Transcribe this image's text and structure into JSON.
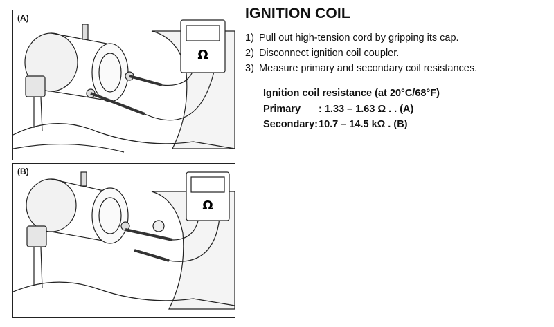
{
  "title": "IGNITION COIL",
  "steps": [
    {
      "num": "1)",
      "text": "Pull out high-tension cord by gripping its cap."
    },
    {
      "num": "2)",
      "text": "Disconnect ignition coil coupler."
    },
    {
      "num": "3)",
      "text": "Measure primary and secondary coil resistances."
    }
  ],
  "spec": {
    "heading": "Ignition coil resistance (at 20°C/68°F)",
    "primary_label": "Primary",
    "primary_value": ": 1.33 – 1.63 Ω  . . (A)",
    "secondary_label": "Secondary:",
    "secondary_value": "10.7 – 14.5 kΩ  .  (B)"
  },
  "figures": [
    {
      "label": "(A)",
      "meter_symbol": "Ω"
    },
    {
      "label": "(B)",
      "meter_symbol": "Ω"
    }
  ]
}
